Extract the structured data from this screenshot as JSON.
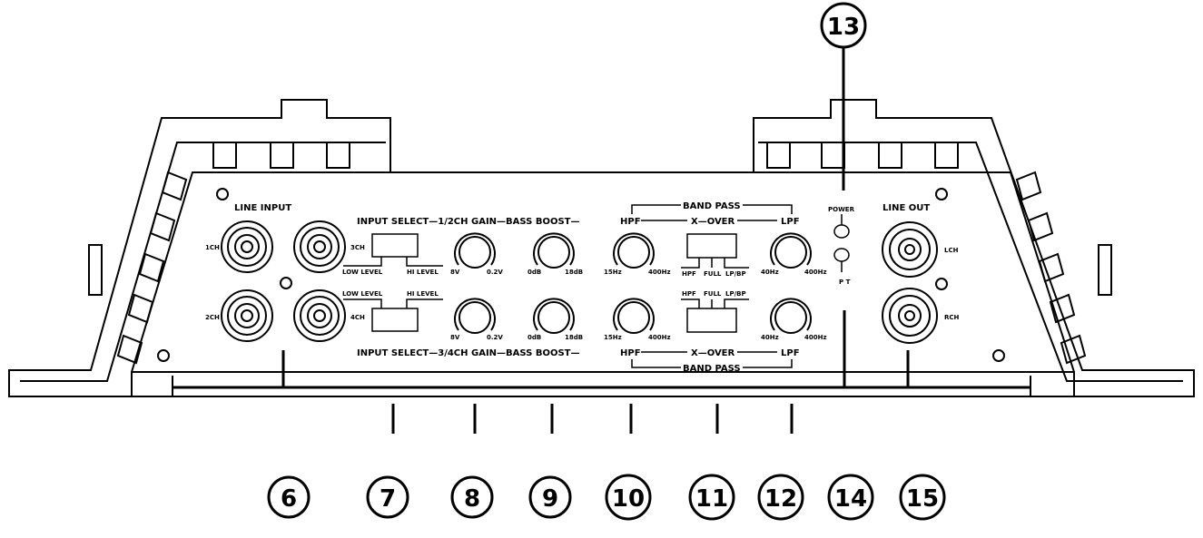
{
  "panel": {
    "line_input": "LINE INPUT",
    "line_out": "LINE OUT",
    "ch1": "1CH",
    "ch2": "2CH",
    "ch3": "3CH",
    "ch4": "4CH",
    "lch": "LCH",
    "rch": "RCH",
    "low_level": "LOW LEVEL",
    "hi_level": "HI LEVEL",
    "top_row": "INPUT SELECT—1/2CH GAIN—BASS BOOST—",
    "bottom_row": "INPUT SELECT—3/4CH GAIN—BASS BOOST—",
    "hpf": "HPF",
    "xover": "X—OVER",
    "lpf": "LPF",
    "band_pass": "BAND PASS",
    "gain_min": "8V",
    "gain_max": "0.2V",
    "bass_min": "0dB",
    "bass_max": "18dB",
    "hpf_min": "15Hz",
    "hpf_max": "400Hz",
    "lpf_min": "40Hz",
    "lpf_max": "400Hz",
    "sw_hpf": "HPF",
    "sw_full": "FULL",
    "sw_lpbp": "LP/BP",
    "power": "POWER",
    "pt": "P T"
  },
  "callouts": [
    "6",
    "7",
    "8",
    "9",
    "10",
    "11",
    "12",
    "13",
    "14",
    "15"
  ]
}
